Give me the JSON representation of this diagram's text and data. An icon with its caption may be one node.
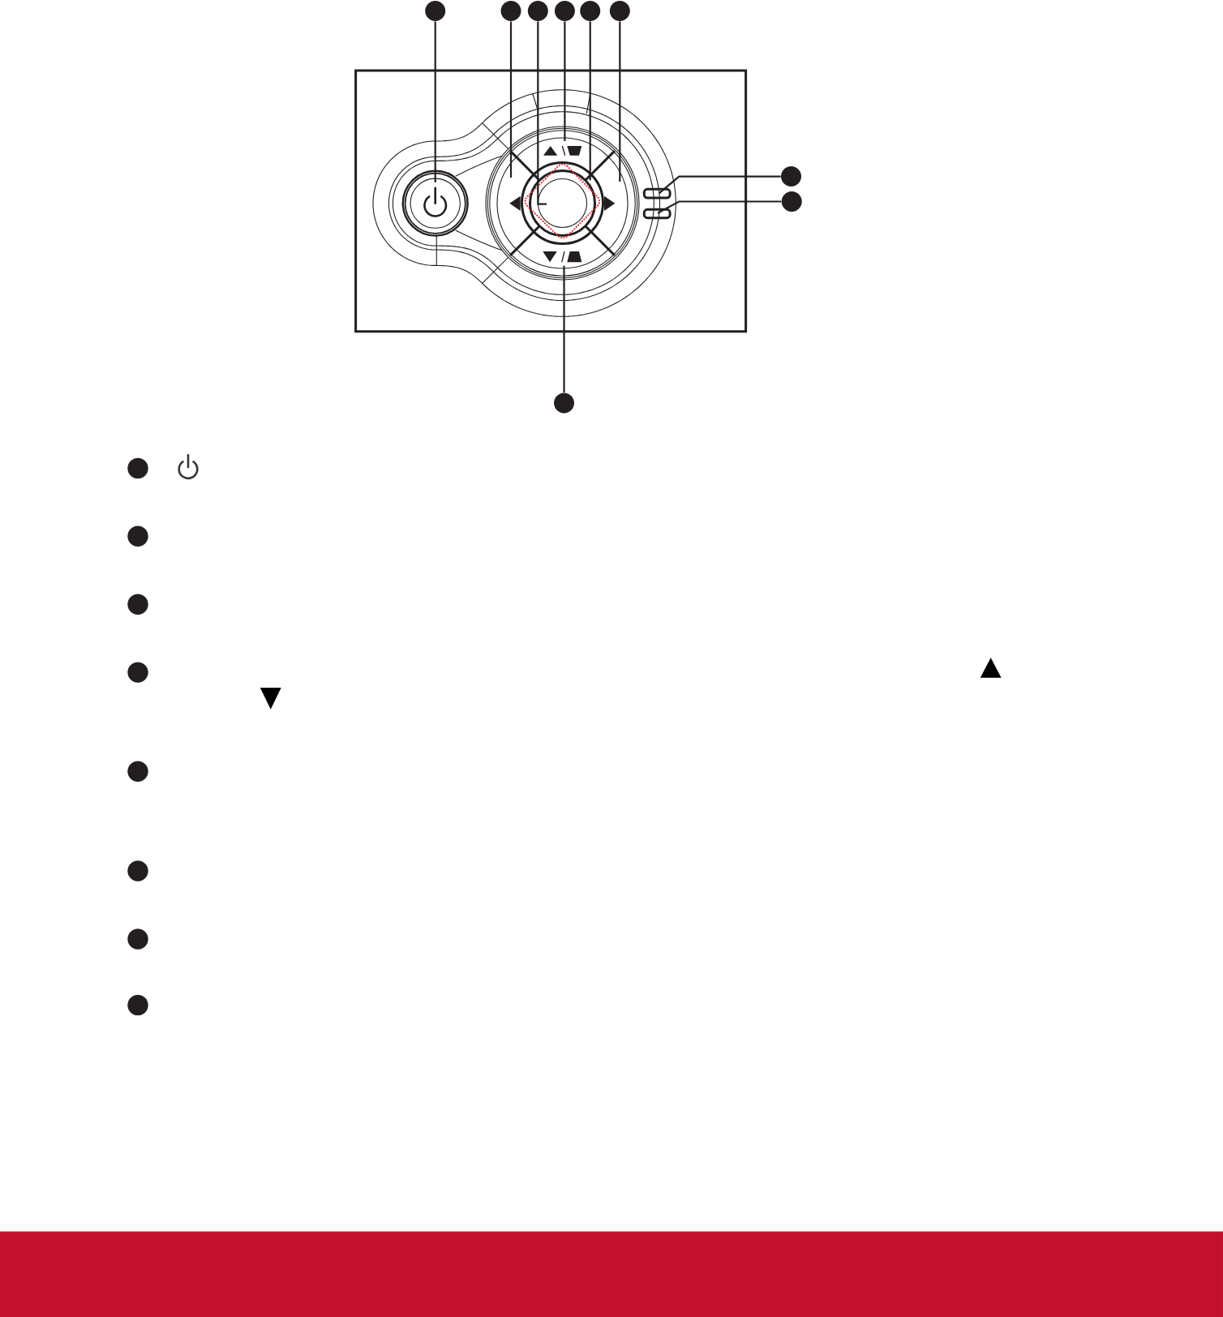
{
  "diagram": {
    "nodes": [
      {
        "text": [],
        "shape": "circle"
      },
      {
        "text": [],
        "shape": "circle"
      },
      {
        "text": [],
        "shape": "circle"
      },
      {
        "text": [],
        "shape": "circle"
      },
      {
        "text": [],
        "shape": "circle"
      },
      {
        "text": [],
        "shape": "circle"
      },
      {
        "text": [],
        "shape": "circle"
      },
      {
        "text": [],
        "shape": "circle"
      },
      {
        "text": [],
        "shape": "circle"
      },
      {
        "text": [],
        "shape": "circle"
      },
      {
        "text": [],
        "shape": "triangle"
      },
      {
        "text": [],
        "shape": "circle"
      },
      {
        "text": [],
        "shape": "circle",
        "in": 11
      },
      {
        "text": [],
        "shape": "triangle"
      },
      {
        "text": [],
        "shape": "triangle"
      },
      {
        "text": [],
        "shape": "box"
      },
      {
        "text": [],
        "shape": "box"
      },
      {
        "text": [],
        "shape": "triangle"
      },
      {
        "text": [],
        "shape": "circle"
      },
      {
        "text": [],
        "shape": "circle"
      },
      {
        "text": [],
        "shape": "circle"
      },
      {
        "text": [],
        "shape": "circle"
      },
      {
        "text": [],
        "shape": "circle"
      },
      {
        "text": [],
        "shape": "circle"
      },
      {
        "text": [],
        "shape": "circle"
      },
      {
        "text": [],
        "shape": "circle"
      }
    ],
    "edges": [
      {
        "from": 0,
        "to": 9,
        "arrow": "none"
      },
      {
        "from": 1,
        "to": 10,
        "arrow": "none"
      },
      {
        "from": 2,
        "to": 12,
        "arrow": "none"
      },
      {
        "from": 3,
        "to": 13,
        "arrow": "none"
      },
      {
        "from": 4,
        "to": 11,
        "arrow": "none"
      },
      {
        "from": 5,
        "to": 14,
        "arrow": "none"
      },
      {
        "from": 6,
        "to": 15,
        "arrow": "none"
      },
      {
        "from": 7,
        "to": 16,
        "arrow": "none"
      },
      {
        "from": 8,
        "to": 17,
        "arrow": "none"
      }
    ]
  }
}
